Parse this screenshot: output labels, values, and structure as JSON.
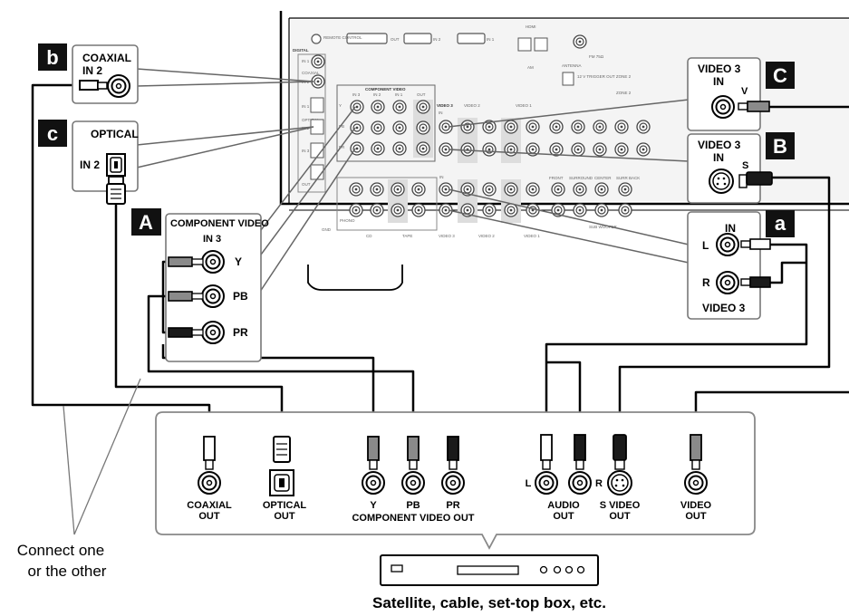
{
  "colors": {
    "badge": "#111111",
    "cable": "#000000",
    "plug_grey": "#8a8a8a",
    "plug_black": "#1a1a1a",
    "plug_white": "#ffffff",
    "panel_fill": "#f4f4f4",
    "box_border": "#777777"
  },
  "badges": {
    "b": "b",
    "c": "c",
    "A": "A",
    "C": "C",
    "B": "B",
    "a": "a"
  },
  "coaxial_box": {
    "title": "COAXIAL",
    "input": "IN 2"
  },
  "optical_box": {
    "title": "OPTICAL",
    "input": "IN 2"
  },
  "component_box": {
    "title": "COMPONENT VIDEO",
    "input": "IN 3",
    "y": "Y",
    "pb": "PB",
    "pr": "PR"
  },
  "video3_video_box": {
    "title": "VIDEO 3",
    "input": "IN",
    "jack": "V"
  },
  "video3_svideo_box": {
    "title": "VIDEO 3",
    "input": "IN",
    "jack": "S"
  },
  "video3_audio_box": {
    "top": "IN",
    "left": "L",
    "right": "R",
    "bottom": "VIDEO 3"
  },
  "receiver": {
    "hdmi": "HDMI",
    "hdmi_in1": "IN 1",
    "hdmi_in2": "IN 2",
    "hdmi_out": "OUT",
    "remote": "REMOTE CONTROL",
    "digital": "DIGITAL",
    "coaxial": "COAXIAL",
    "optical": "OPTICAL",
    "in1": "IN 1",
    "in2": "IN 2",
    "in3": "IN 3",
    "comp_video": "COMPONENT VIDEO",
    "video3": "VIDEO 3",
    "video2": "VIDEO 2",
    "video1": "VIDEO 1",
    "tape": "TAPE",
    "cd": "CD",
    "phono": "PHONO",
    "gnd": "GND",
    "antenna": "ANTENNA",
    "am": "AM",
    "fm": "FM 75Ω",
    "trigger": "12 V TRIGGER OUT ZONE 2",
    "front": "FRONT",
    "surround": "SURROUND",
    "center": "CENTER",
    "surr_back": "SURR BACK",
    "sub": "SUB WOOFER",
    "zone2": "ZONE 2",
    "in": "IN",
    "out": "OUT",
    "y": "Y",
    "pb": "PB",
    "pr": "PR"
  },
  "source_outputs": {
    "coaxial": [
      "COAXIAL",
      "OUT"
    ],
    "optical": [
      "OPTICAL",
      "OUT"
    ],
    "y": "Y",
    "pb": "PB",
    "pr": "PR",
    "component": "COMPONENT VIDEO OUT",
    "audio_l": "L",
    "audio_r": "R",
    "audio": [
      "AUDIO",
      "OUT"
    ],
    "svideo": [
      "S VIDEO",
      "OUT"
    ],
    "video": [
      "VIDEO",
      "OUT"
    ]
  },
  "note": [
    "Connect one",
    "or the other"
  ],
  "device_caption": "Satellite, cable, set-top box, etc."
}
